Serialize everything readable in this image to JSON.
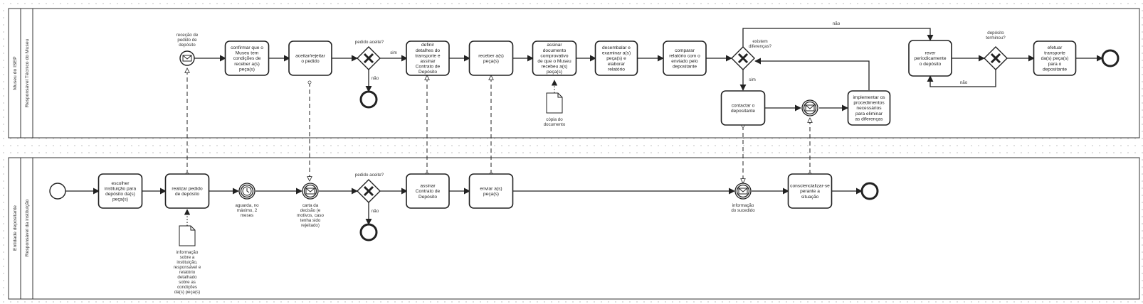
{
  "pools": [
    {
      "name": "Museu do ISEP",
      "lane": "Responsável Técnico do Museu"
    },
    {
      "name": "Entidade depositante",
      "lane": "Responsável da instituição"
    }
  ],
  "tasks": {
    "t_confirmar": "confirmar que o Museu tem condições de receber a(s) peça(s)",
    "t_aceitar": "aceitar/rejeitar o pedido",
    "t_definir": "definir detalhes do transporte e assinar Contrato de Depósito",
    "t_receber": "receber a(s) peça(s)",
    "t_assinar_doc": "assinar documento comprovativo de que o Museu recebeu a(s) peça(s)",
    "t_desembalar": "desembalar e examinar a(s) peça(s) e elaborar relatório",
    "t_comparar": "comparar relatório com o enviado pelo depositante",
    "t_contactar": "contactar o depositante",
    "t_implementar": "implementar os procedimentos necessários para eliminar as diferenças",
    "t_rever": "rever periodicamente o depósito",
    "t_efetuar": "efetuar transporte da(s) peça(s) para o depositante",
    "t_escolher": "escolher instituição para depósito da(s) peça(s)",
    "t_realizar": "realizar pedido de depósito",
    "t_assinar_contrato": "assinar Contrato de Depósito",
    "t_enviar": "enviar a(s) peça(s)",
    "t_consciencializar": "consciencializar-se perante a situação"
  },
  "labels": {
    "ev_rececao": "receção de pedido de depósito",
    "gw_aceite_top": "pedido aceite?",
    "gw_aceite_bottom": "pedido aceite?",
    "gw_diferencas": "existem diferenças?",
    "gw_terminou": "depósito terminou?",
    "ev_aguarda": "aguarda, no máximo, 2 meses",
    "ev_carta": "carta da decisão (e motivos, caso tenha sido rejeitado)",
    "ev_informacao": "informação do sucedido",
    "doc_copia": "cópia do documento",
    "doc_info": "informação sobre a instituição, responsável e relatório detalhado sobre as condições da(s) peça(s)"
  },
  "flow_labels": {
    "sim_aceite": "sim",
    "nao_aceite_top": "não",
    "nao_aceite_bottom": "não",
    "sim_diferencas": "sim",
    "nao_diferencas": "não",
    "nao_terminou": "não"
  }
}
